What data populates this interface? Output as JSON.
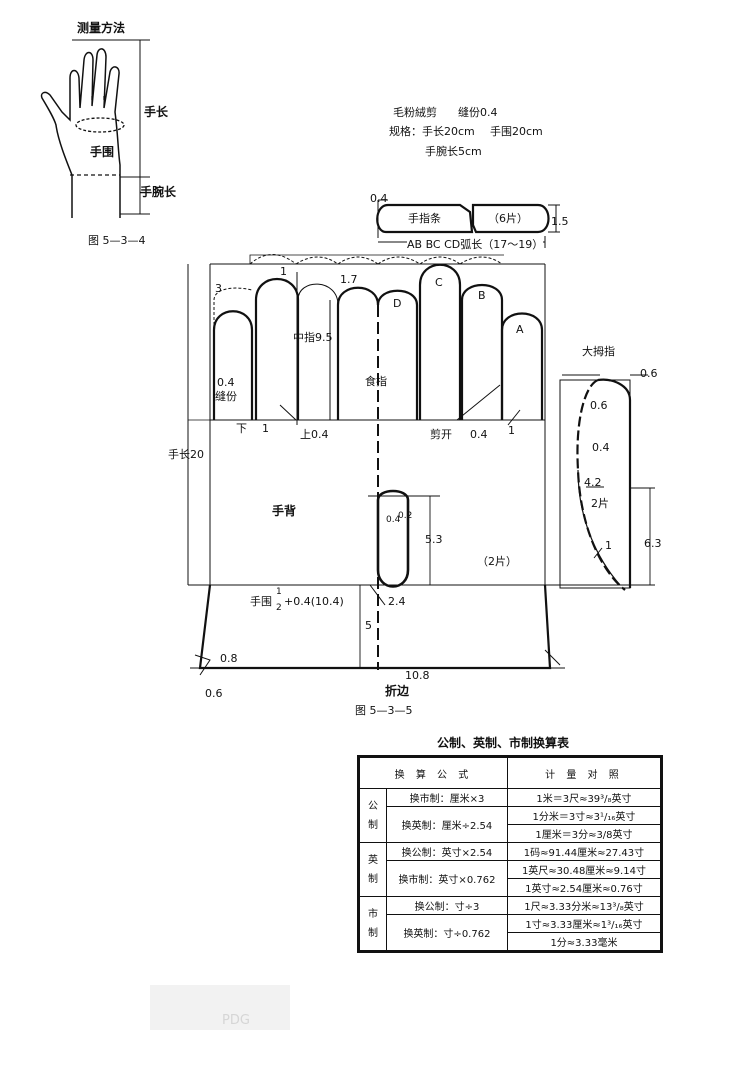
{
  "hand_figure": {
    "title": "测量方法",
    "hand_length": "手长",
    "hand_girth": "手围",
    "wrist_length": "手腕长",
    "caption": "图 5—3—4"
  },
  "notes": {
    "line1_a": "毛粉絨剪",
    "line1_b": "缝份0.4",
    "line2_a": "规格：手长20cm",
    "line2_b": "手围20cm",
    "line3": "手腕长5cm"
  },
  "finger_strip": {
    "left_dim": "0.4",
    "label": "手指条",
    "count": "（6片）",
    "right_dim": "1.5",
    "arc_label": "AB BC CD弧长（17～19）"
  },
  "pattern": {
    "dim_1": "1",
    "dim_1_7": "1.7",
    "dim_3": "3",
    "label_C": "C",
    "label_B": "B",
    "label_D": "D",
    "label_A": "A",
    "middle_finger": "中指9.5",
    "index_finger": "食指",
    "seam_allow": "0.4",
    "seam_label": "缝份",
    "down_label": "下",
    "down_dim": "1",
    "up_label": "上0.4",
    "cut_open": "剪开",
    "cut_dim": "0.4",
    "right_dim": "1",
    "hand_length_20": "手长20",
    "back_of_hand": "手背",
    "slot_dim_a": "0.2",
    "slot_dim_b": "0.4",
    "slot_height": "5.3",
    "pieces": "（2片）",
    "girth_formula_a": "手围",
    "girth_num": "1",
    "girth_den": "2",
    "girth_formula_b": "+0.4(10.4)",
    "dim_2_4": "2.4",
    "dim_5": "5",
    "dim_0_8_left": "0.8",
    "dim_10_8": "10.8",
    "dim_0_6_bottom": "0.6",
    "fold_edge": "折边",
    "caption": "图 5—3—5"
  },
  "thumb": {
    "title": "大拇指",
    "dim_0_6_top": "0.6",
    "dim_0_6": "0.6",
    "dim_0_4": "0.4",
    "dim_4_2": "4.2",
    "pieces": "2片",
    "dim_1": "1",
    "dim_6_3": "6.3"
  },
  "conversion": {
    "title": "公制、英制、市制换算表",
    "head_formula": "换 算 公 式",
    "head_ref": "计 量 对 照",
    "metric_label": "公制",
    "metric_rows": [
      {
        "formula": "换市制：厘米×3",
        "ref": "1米＝3尺≈39³/₈英寸"
      },
      {
        "formula": "换英制：厘米÷2.54",
        "ref": "1分米＝3寸≈3¹/₁₆英寸"
      },
      {
        "formula": "",
        "ref": "1厘米＝3分≈3/8英寸"
      }
    ],
    "imperial_label": "英制",
    "imperial_rows": [
      {
        "formula": "换公制：英寸×2.54",
        "ref": "1码≈91.44厘米≈27.43寸"
      },
      {
        "formula": "换市制：英寸×0.762",
        "ref": "1英尺≈30.48厘米≈9.14寸"
      },
      {
        "formula": "",
        "ref": "1英寸≈2.54厘米≈0.76寸"
      }
    ],
    "market_label": "市制",
    "market_rows": [
      {
        "formula": "换公制：寸÷3",
        "ref": "1尺≈3.33分米≈13³/₈英寸"
      },
      {
        "formula": "换英制：寸÷0.762",
        "ref": "1寸≈3.33厘米≈1³/₁₆英寸"
      },
      {
        "formula": "",
        "ref": "1分≈3.33毫米"
      }
    ]
  },
  "watermark": "PDG"
}
